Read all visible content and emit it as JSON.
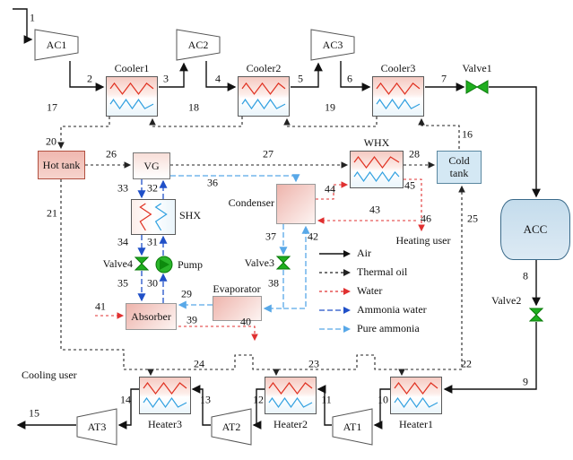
{
  "diagram": {
    "nodes": {
      "ac1": {
        "label": "AC1"
      },
      "ac2": {
        "label": "AC2"
      },
      "ac3": {
        "label": "AC3"
      },
      "cooler1": {
        "label": "Cooler1"
      },
      "cooler2": {
        "label": "Cooler2"
      },
      "cooler3": {
        "label": "Cooler3"
      },
      "valve1": {
        "label": "Valve1"
      },
      "valve2": {
        "label": "Valve2"
      },
      "valve3": {
        "label": "Valve3"
      },
      "valve4": {
        "label": "Valve4"
      },
      "hot_tank": {
        "label": "Hot tank"
      },
      "cold_tank": {
        "label": "Cold tank"
      },
      "vg": {
        "label": "VG"
      },
      "whx": {
        "label": "WHX"
      },
      "acc": {
        "label": "ACC"
      },
      "shx": {
        "label": "SHX"
      },
      "condenser": {
        "label": "Condenser"
      },
      "pump": {
        "label": "Pump"
      },
      "absorber": {
        "label": "Absorber"
      },
      "evaporator": {
        "label": "Evaporator"
      },
      "heater1": {
        "label": "Heater1"
      },
      "heater2": {
        "label": "Heater2"
      },
      "heater3": {
        "label": "Heater3"
      },
      "at1": {
        "label": "AT1"
      },
      "at2": {
        "label": "AT2"
      },
      "at3": {
        "label": "AT3"
      },
      "heating_user": {
        "label": "Heating user"
      },
      "cooling_user": {
        "label": "Cooling user"
      }
    },
    "streams": {
      "n1": "1",
      "n2": "2",
      "n3": "3",
      "n4": "4",
      "n5": "5",
      "n6": "6",
      "n7": "7",
      "n8": "8",
      "n9": "9",
      "n10": "10",
      "n11": "11",
      "n12": "12",
      "n13": "13",
      "n14": "14",
      "n15": "15",
      "n16": "16",
      "n17": "17",
      "n18": "18",
      "n19": "19",
      "n20": "20",
      "n21": "21",
      "n22": "22",
      "n23": "23",
      "n24": "24",
      "n25": "25",
      "n26": "26",
      "n27": "27",
      "n28": "28",
      "n29": "29",
      "n30": "30",
      "n31": "31",
      "n32": "32",
      "n33": "33",
      "n34": "34",
      "n35": "35",
      "n36": "36",
      "n37": "37",
      "n38": "38",
      "n39": "39",
      "n40": "40",
      "n41": "41",
      "n42": "42",
      "n43": "43",
      "n44": "44",
      "n45": "45",
      "n46": "46"
    },
    "legend": {
      "items": [
        {
          "id": "air",
          "label": "Air"
        },
        {
          "id": "thermal-oil",
          "label": "Thermal oil"
        },
        {
          "id": "water",
          "label": "Water"
        },
        {
          "id": "ammonia-water",
          "label": "Ammonia water"
        },
        {
          "id": "pure-ammonia",
          "label": "Pure ammonia"
        }
      ]
    },
    "colors": {
      "air": "#111111",
      "thermal_oil": "#222222",
      "water": "#e03030",
      "ammonia_water": "#2050c8",
      "pure_ammonia": "#58a8e8",
      "valve_green": "#1faf1f",
      "hot_zigzag": "#e03020",
      "cold_zigzag": "#30a0e0"
    }
  }
}
